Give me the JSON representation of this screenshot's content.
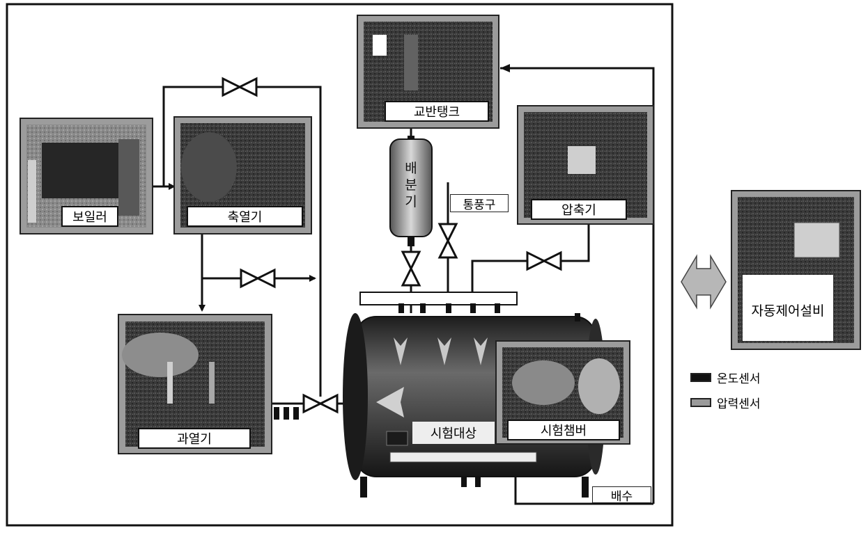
{
  "units": {
    "boiler": "보일러",
    "accumulator": "축열기",
    "superheater": "과열기",
    "mixing_tank": "교반탱크",
    "distributor_chars": [
      "배",
      "분",
      "기"
    ],
    "vent": "통풍구",
    "compressor": "압축기",
    "test_target": "시험대상",
    "test_chamber": "시험챔버",
    "drain": "배수",
    "auto_control": "자동제어설비"
  },
  "legend": [
    {
      "label": "온도센서",
      "color": "#111111"
    },
    {
      "label": "압력센서",
      "color": "#9a9a9a"
    }
  ],
  "colors": {
    "line": "#111111",
    "photo_dark": "#2e2e2e",
    "photo_mid": "#6d6d6d",
    "frame": "#9c9c9c",
    "arrow_fill": "#b7b7b7"
  }
}
